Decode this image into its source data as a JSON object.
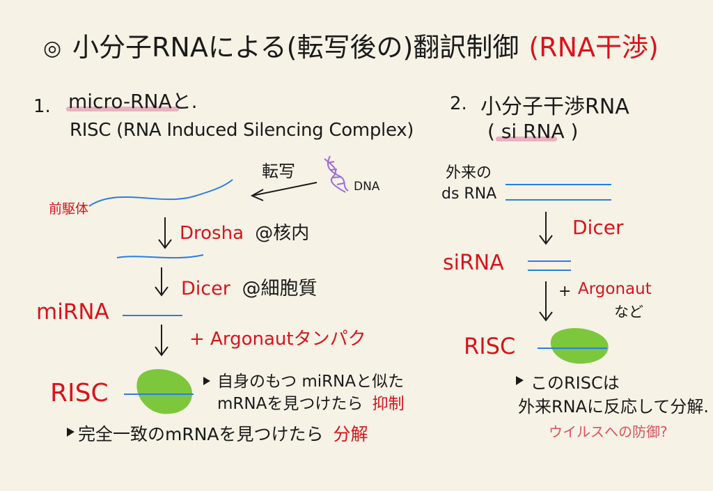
{
  "title": {
    "icon": "circle-star-icon",
    "black": "小分子RNAによる(転写後の)翻訳制御",
    "red": "(RNA干渉)"
  },
  "left": {
    "heading_number": "1.",
    "heading_main": "micro-RNAと.",
    "heading_sub": "RISC (RNA Induced Silencing Complex)",
    "transcription_label": "転写",
    "dna_label": "DNA",
    "precursor_label": "前駆体",
    "drosha_label": "Drosha",
    "drosha_location": "@核内",
    "dicer_label": "Dicer",
    "dicer_location": "@細胞質",
    "mirna_label": "miRNA",
    "argonaut_label": "+ Argonautタンパク",
    "risc_label": "RISC",
    "note1_line1": "自身のもつ miRNAと似た",
    "note1_line2": "mRNAを見つけたら",
    "note1_red": "抑制",
    "note2_black": "完全一致のmRNAを見つけたら",
    "note2_red": "分解"
  },
  "right": {
    "heading_number": "2.",
    "heading_main": "小分子干渉RNA",
    "heading_sub": "( si RNA )",
    "exogenous_line1": "外来の",
    "exogenous_line2": "ds RNA",
    "dicer_label": "Dicer",
    "sirna_label": "siRNA",
    "argonaut_plus": "+",
    "argonaut_label": "Argonaut",
    "argonaut_etc": "など",
    "risc_label": "RISC",
    "note_line1": "このRISCは",
    "note_line2": "外来RNAに反応して分解.",
    "note_pink": "ウイルスへの防御?"
  },
  "colors": {
    "ink": "#1a1a1a",
    "red": "#d8141b",
    "pink": "#e0505a",
    "rna_blue": "#2b7de0",
    "risc_green": "#7dc73c",
    "dna_purple": "#9b6bdc",
    "highlight_pink": "#e8a6b8"
  }
}
